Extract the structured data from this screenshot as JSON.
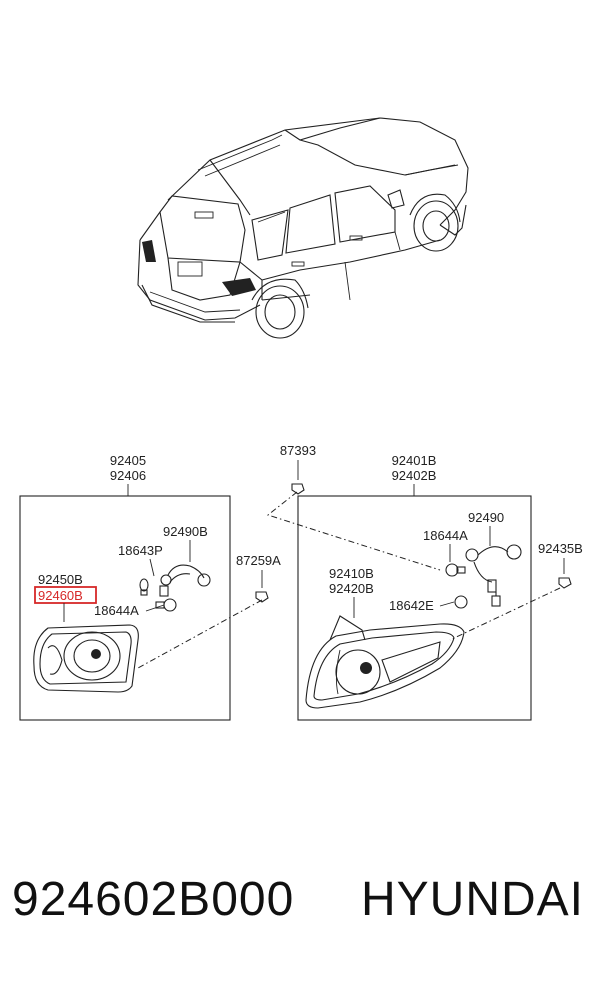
{
  "left_group": {
    "assembly_numbers": [
      "92405",
      "92406"
    ],
    "labels": {
      "socket": "92490B",
      "bulb_a": "18643P",
      "lamp_lh": "92450B",
      "lamp_highlighted": "92460B",
      "bulb_b": "18644A"
    }
  },
  "center": {
    "clip_top": "87393",
    "clip_left": "87259A"
  },
  "right_group": {
    "assembly_numbers": [
      "92401B",
      "92402B"
    ],
    "labels": {
      "socket": "92490",
      "bulb_a": "18644A",
      "lens_a": "92410B",
      "lens_b": "92420B",
      "bulb_b": "18642E",
      "clip": "92435B"
    }
  },
  "footer": {
    "part_number": "924602B000",
    "brand": "HYUNDAI"
  },
  "colors": {
    "highlight": "#d62828"
  }
}
